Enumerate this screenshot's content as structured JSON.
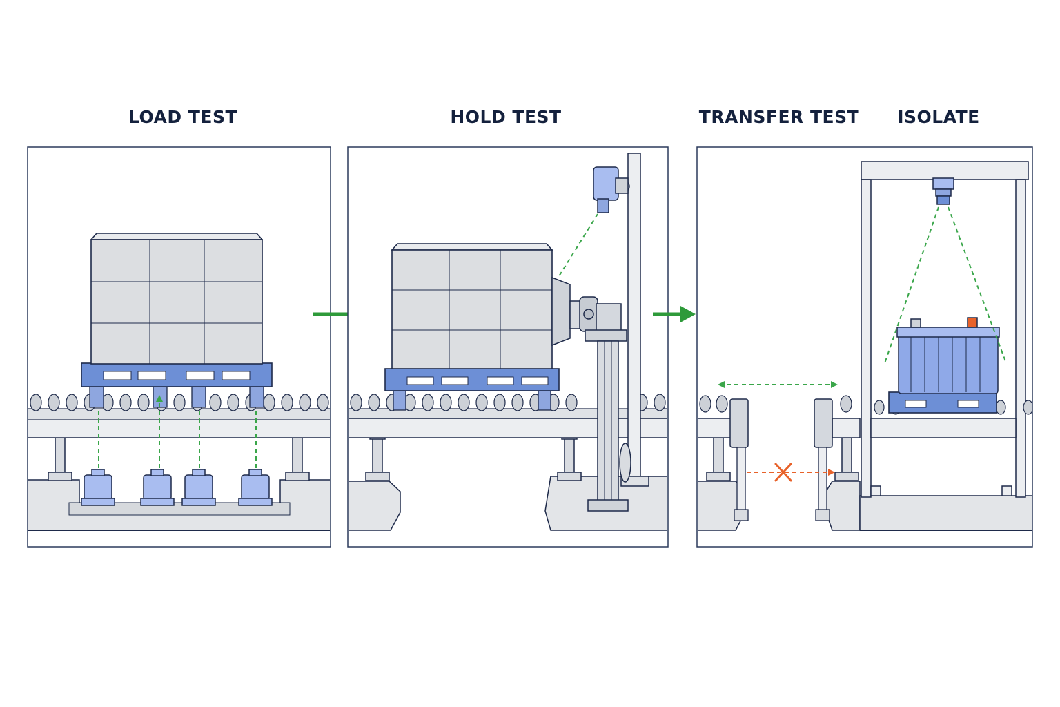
{
  "stages": [
    {
      "id": "load",
      "title": "LOAD TEST"
    },
    {
      "id": "hold",
      "title": "HOLD TEST"
    },
    {
      "id": "transfer",
      "title": "TRANSFER TEST"
    },
    {
      "id": "isolate",
      "title": "ISOLATE"
    }
  ],
  "colors": {
    "outline": "#1e2a4a",
    "frame": "#2b3a5c",
    "steel": "#e6e8ec",
    "concrete": "#e3e5e8",
    "block": "#dcdee1",
    "pallet_blue": "#6d8fd6",
    "sensor_blue": "#a9bdf0",
    "battery_blue": "#8fa9e8",
    "flow_green": "#2e9a3a",
    "signal_green": "#3aa64a",
    "fault_orange": "#e8622a"
  },
  "icons": [
    "flow-arrow-icon",
    "fault-cross-icon",
    "load-cell-icon",
    "proximity-sensor-icon",
    "overhead-sensor-icon",
    "battery-icon"
  ]
}
